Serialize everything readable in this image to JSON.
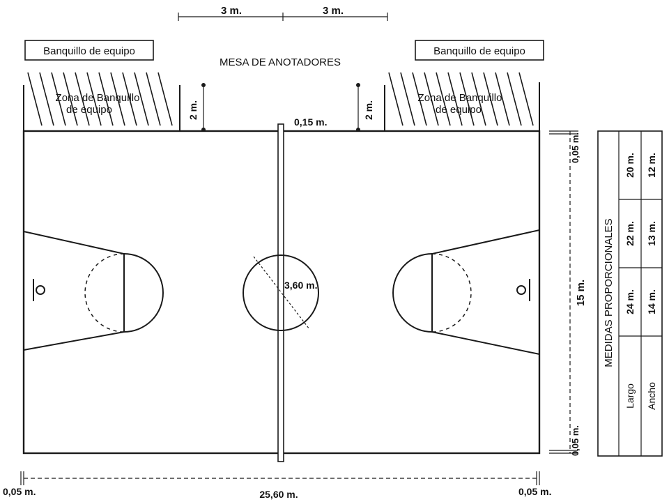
{
  "labels": {
    "top_dim_left": "3 m.",
    "top_dim_right": "3 m.",
    "bench_left": "Banquillo de equipo",
    "bench_right": "Banquillo de equipo",
    "scorers_table": "MESA DE ANOTADORES",
    "bench_zone_left_line1": "Zona de Banquillo",
    "bench_zone_left_line2": "de equipo",
    "bench_zone_right_line1": "Zona de Banquillo",
    "bench_zone_right_line2": "de equipo",
    "dim_2m_left": "2 m.",
    "dim_2m_right": "2 m.",
    "center_line_offset": "0,15 m.",
    "center_circle_diameter": "3,60 m.",
    "width_15m": "15 m.",
    "margin_top_right": "0,05 m.",
    "margin_bottom_right": "0,05 m.",
    "margin_bottom_left": "0,05 m.",
    "margin_bottom_right2": "0,05 m.",
    "length_total": "25,60 m."
  },
  "table": {
    "title": "MEDIDAS PROPORCIONALES",
    "row_labels": [
      "Largo",
      "Ancho"
    ],
    "columns": [
      {
        "largo": "24 m.",
        "ancho": "14 m."
      },
      {
        "largo": "22 m.",
        "ancho": "13 m."
      },
      {
        "largo": "20 m.",
        "ancho": "12 m."
      }
    ]
  }
}
